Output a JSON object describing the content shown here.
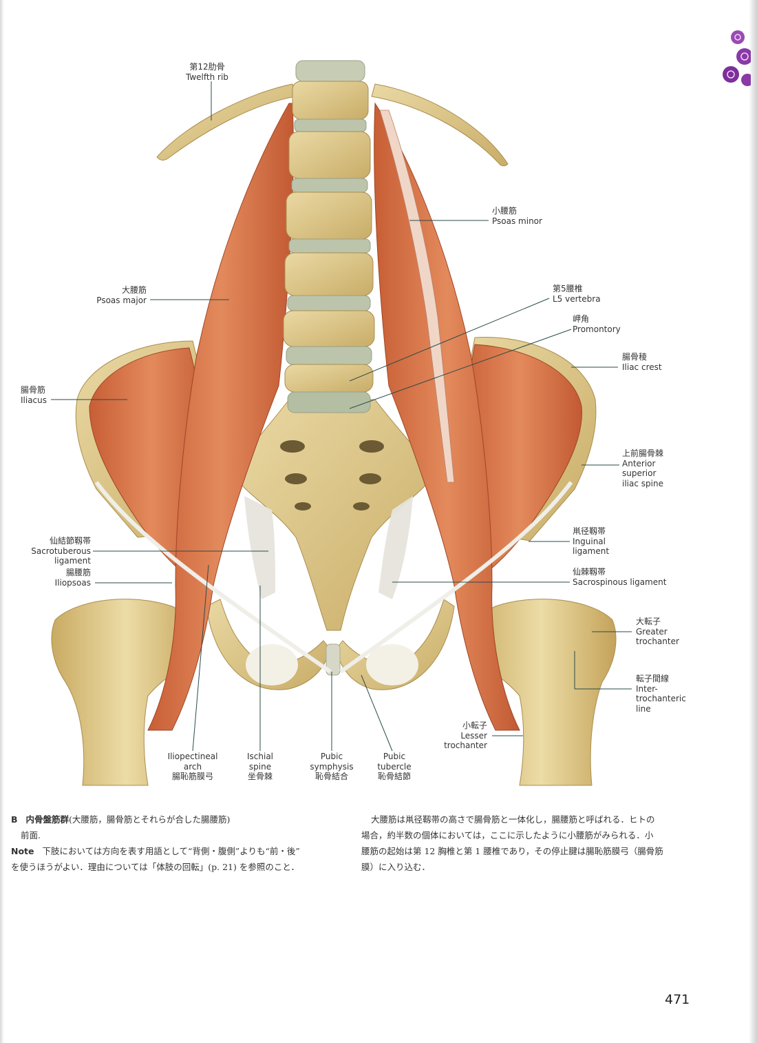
{
  "labels": {
    "twelfth_rib": {
      "jp": "第12肋骨",
      "en": "Twelfth rib"
    },
    "psoas_minor": {
      "jp": "小腰筋",
      "en": "Psoas minor"
    },
    "psoas_major": {
      "jp": "大腰筋",
      "en": "Psoas major"
    },
    "l5": {
      "jp": "第5腰椎",
      "en": "L5 vertebra"
    },
    "promontory": {
      "jp": "岬角",
      "en": "Promontory"
    },
    "iliac_crest": {
      "jp": "腸骨稜",
      "en": "Iliac crest"
    },
    "iliacus": {
      "jp": "腸骨筋",
      "en": "Iliacus"
    },
    "asis": {
      "jp": "上前腸骨棘",
      "en1": "Anterior",
      "en2": "superior",
      "en3": "iliac spine"
    },
    "sacrotuberous": {
      "jp": "仙結節靱帯",
      "en1": "Sacrotuberous",
      "en2": "ligament"
    },
    "iliopsoas": {
      "jp": "腸腰筋",
      "en": "Iliopsoas"
    },
    "inguinal": {
      "jp": "鼡径靱帯",
      "en1": "Inguinal",
      "en2": "ligament"
    },
    "sacrospinous": {
      "jp": "仙棘靱帯",
      "en": "Sacrospinous ligament"
    },
    "greater_troch": {
      "jp": "大転子",
      "en1": "Greater",
      "en2": "trochanter"
    },
    "intertroch": {
      "jp": "転子間線",
      "en1": "Inter-",
      "en2": "trochanteric",
      "en3": "line"
    },
    "lesser_troch": {
      "jp": "小転子",
      "en1": "Lesser",
      "en2": "trochanter"
    },
    "iliopectineal": {
      "en1": "Iliopectineal",
      "en2": "arch",
      "jp": "腸恥筋膜弓"
    },
    "ischial_spine": {
      "en1": "Ischial",
      "en2": "spine",
      "jp": "坐骨棘"
    },
    "pubic_symphysis": {
      "en1": "Pubic",
      "en2": "symphysis",
      "jp": "恥骨結合"
    },
    "pubic_tubercle": {
      "en1": "Pubic",
      "en2": "tubercle",
      "jp": "恥骨結節"
    }
  },
  "caption": {
    "letter": "B",
    "title": "内骨盤筋群",
    "title_paren": "(大腰筋，腸骨筋とそれらが合した腸腰筋)",
    "subtitle": "前面.",
    "note_label": "Note",
    "note_line1": "下肢においては方向を表す用語として“背側・腹側”よりも“前・後”",
    "note_line2": "を使うほうがよい．理由については「体肢の回転」(p. 21) を参照のこと．"
  },
  "paragraph": {
    "line1": "大腰筋は鼡径靱帯の高さで腸骨筋と一体化し，腸腰筋と呼ばれる．ヒトの",
    "line2": "場合，約半数の個体においては，ここに示したように小腰筋がみられる．小",
    "line3": "腰筋の起始は第 12 胸椎と第 1 腰椎であり，その停止腱は腸恥筋膜弓（腸骨筋",
    "line4": "膜）に入り込む．"
  },
  "page_number": "471",
  "colors": {
    "bone": "#d9c48a",
    "bone_dark": "#b89a55",
    "muscle": "#d9744a",
    "muscle_dark": "#b5532d",
    "disc": "#b9c2a8",
    "ligament": "#e8e6df",
    "leader": "#2a4a4a",
    "tab_purple": "#8a3aa6"
  }
}
